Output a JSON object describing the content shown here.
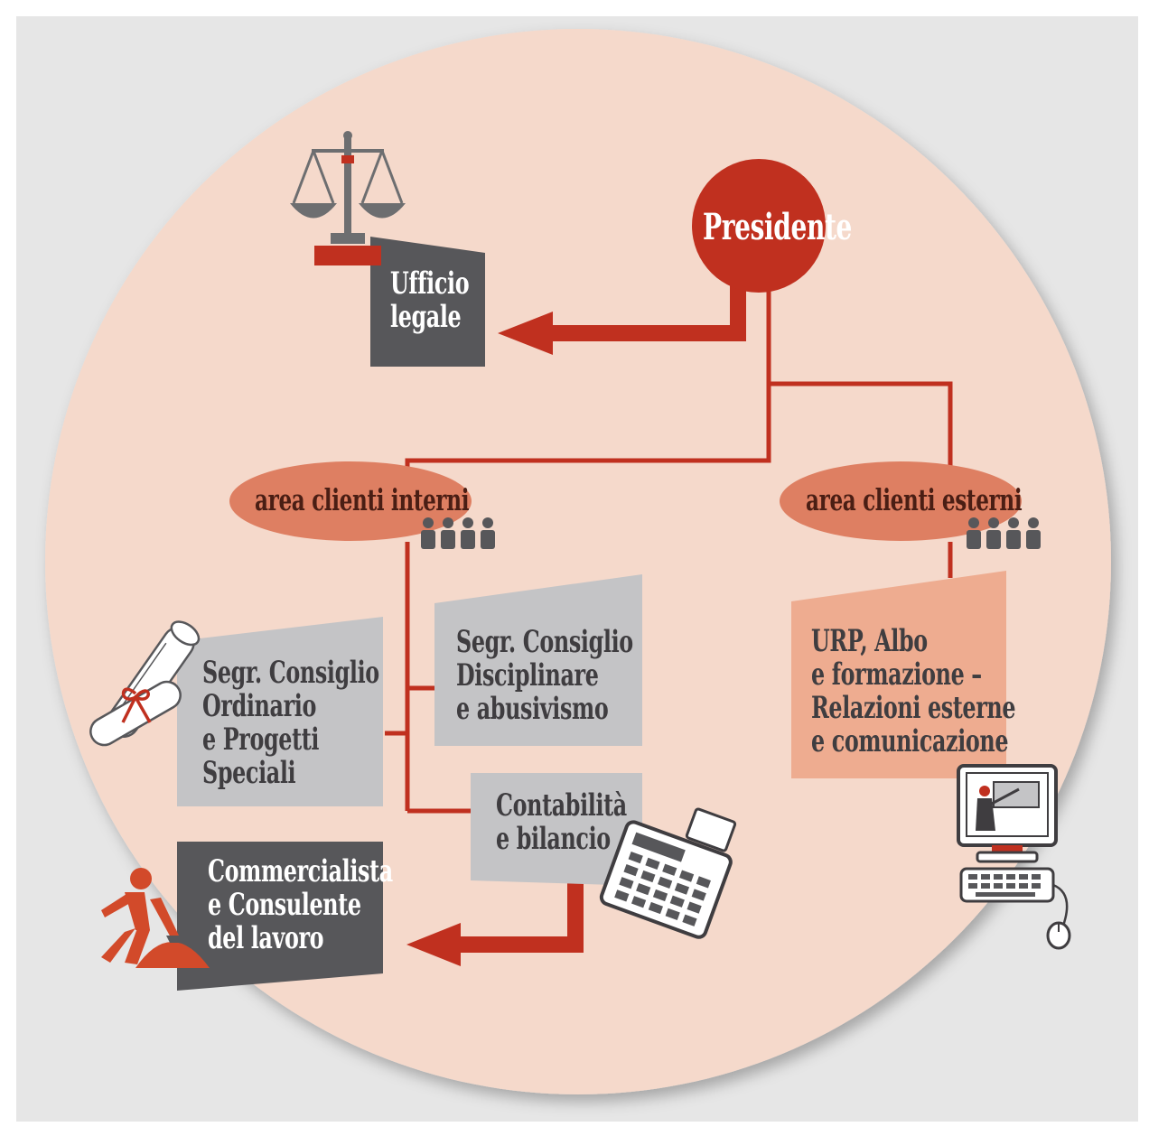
{
  "diagram": {
    "nodes": {
      "presidente": {
        "label": "Presidente"
      },
      "ufficio_legale": {
        "lines": [
          "Ufficio",
          "legale"
        ]
      },
      "area_clienti_interni": {
        "label": "area clienti interni"
      },
      "area_clienti_esterni": {
        "label": "area clienti esterni"
      },
      "segr_ordinario": {
        "lines": [
          "Segr. Consiglio",
          "Ordinario",
          "e Progetti",
          "Speciali"
        ]
      },
      "segr_disciplinare": {
        "lines": [
          "Segr. Consiglio",
          "Disciplinare",
          "e abusivismo"
        ]
      },
      "contabilita": {
        "lines": [
          "Contabilità",
          "e bilancio"
        ]
      },
      "commercialista": {
        "lines": [
          "Commercialista",
          "e Consulente",
          "del lavoro"
        ]
      },
      "urp": {
        "lines": [
          "URP, Albo",
          "e formazione –",
          "Relazioni esterne",
          "e comunicazione"
        ]
      }
    },
    "colors": {
      "accent_red": "#c0301f",
      "circle_fill": "#f5d9cb",
      "ellipse_fill": "#de7f62",
      "dark_box": "#57575a",
      "grey_box": "#c4c4c6",
      "salmon_box": "#eeac90",
      "panel_bg": "#e6e6e6"
    },
    "icons": [
      "scales-of-justice-icon",
      "people-group-icon",
      "diploma-scroll-icon",
      "calculator-icon",
      "construction-worker-icon",
      "computer-presentation-icon"
    ]
  }
}
